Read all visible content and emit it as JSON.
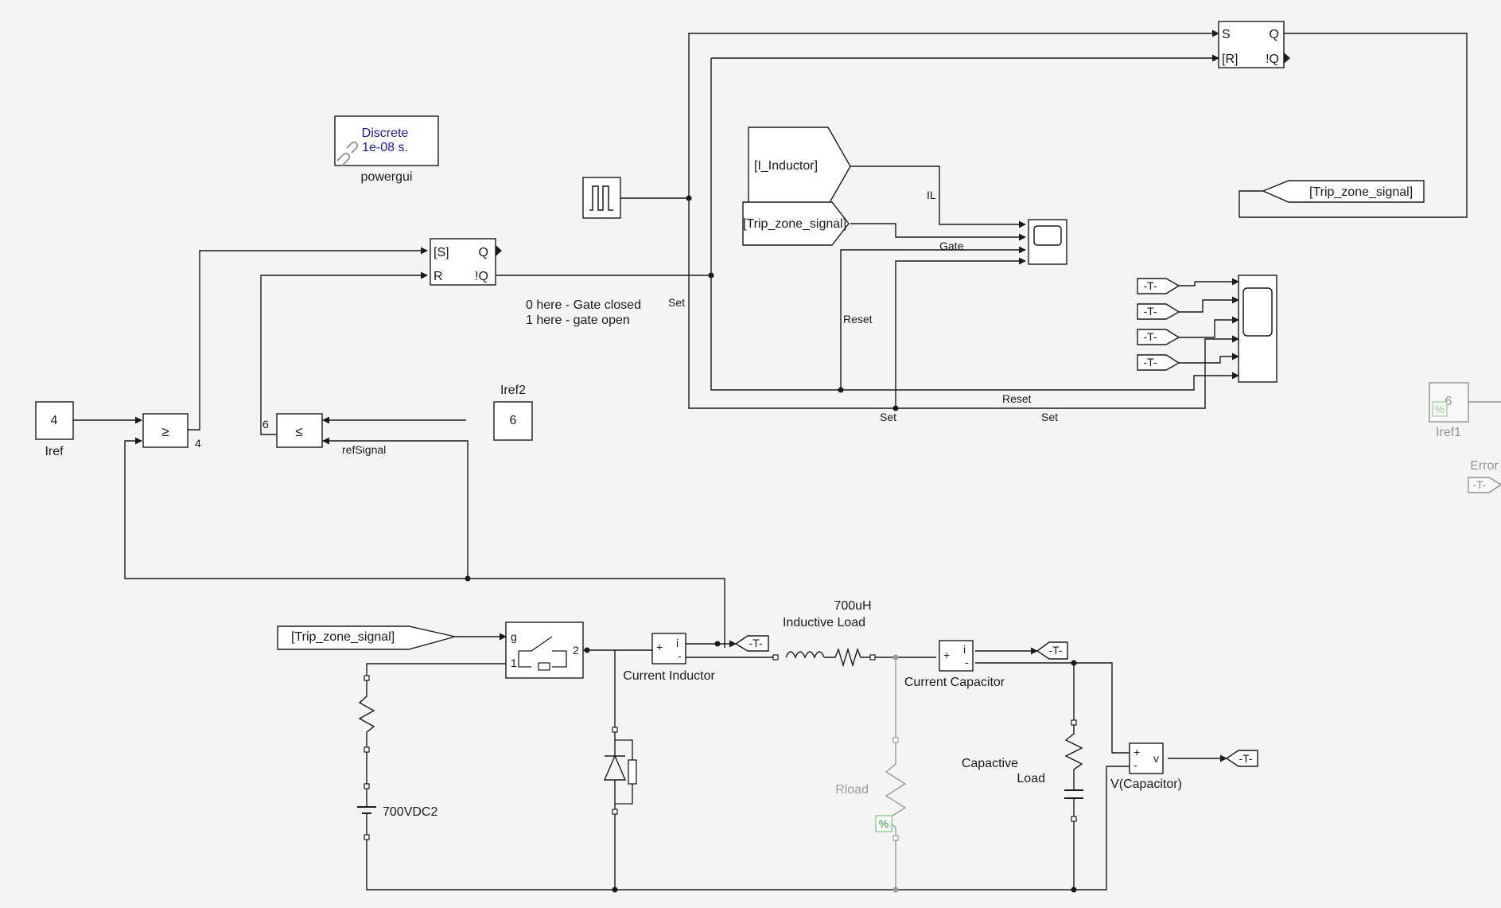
{
  "powergui": {
    "mode": "Discrete",
    "step": "1e-08 s.",
    "name": "powergui"
  },
  "constants": {
    "iref": {
      "value": "4",
      "name": "Iref"
    },
    "iref2": {
      "value": "6",
      "name": "Iref2"
    },
    "iref1": {
      "value": "6",
      "name": "Iref1"
    }
  },
  "relational": {
    "ge": "≥",
    "le": "≤",
    "ge_out": "4",
    "le_in": "6",
    "le_in_label": "refSignal"
  },
  "sr_latch_top": {
    "s": "S",
    "r": "[R]",
    "q": "Q",
    "nq": "!Q"
  },
  "sr_latch_mid": {
    "s": "[S]",
    "r": "R",
    "q": "Q",
    "nq": "!Q"
  },
  "notes": {
    "line1": "0 here - Gate closed",
    "line2": "1 here - gate open"
  },
  "from_tags": {
    "inductor": "[I_Inductor]",
    "trip_zone_1": "[Trip_zone_signal]",
    "trip_zone_2": "[Trip_zone_signal]",
    "trip_zone_3": "[Trip_zone_signal]",
    "t": "-T-"
  },
  "signal_labels": {
    "il": "IL",
    "gate": "Gate",
    "reset": "Reset",
    "set": "Set"
  },
  "goto_error": "Error",
  "circuit": {
    "inductance": "700uH",
    "inductive_load": "Inductive Load",
    "current_inductor": "Current Inductor",
    "current_capacitor": "Current Capacitor",
    "rload": "Rload",
    "capacitive_load_1": "Capactive",
    "capacitive_load_2": "Load",
    "v_capacitor": "V(Capacitor)",
    "source": "700VDC2",
    "switch_g": "g",
    "switch_1": "1",
    "switch_2": "2",
    "meas_i": "i",
    "meas_v": "v",
    "plus": "+",
    "minus": "-",
    "percent": "%"
  }
}
